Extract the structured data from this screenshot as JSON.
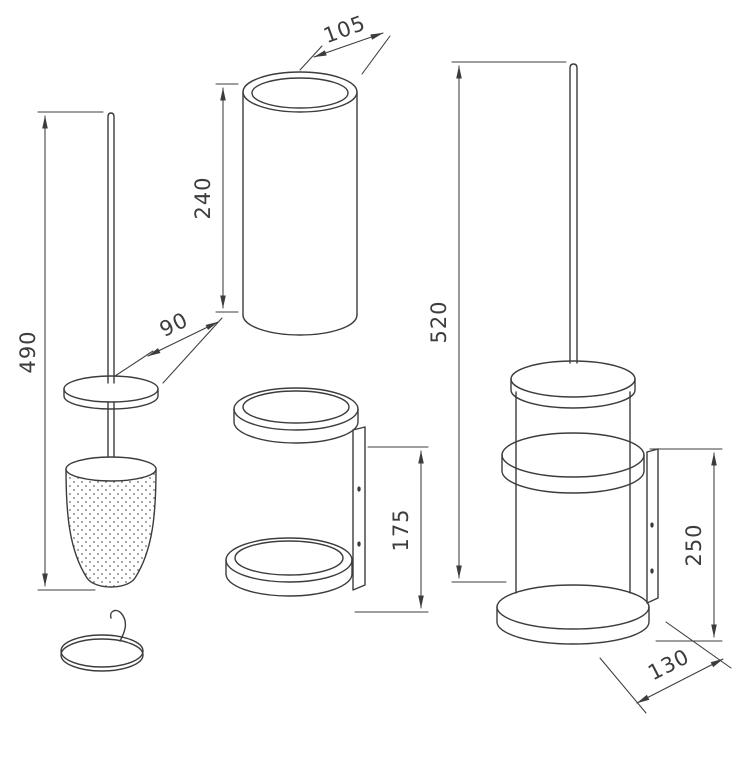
{
  "colors": {
    "line": "#3c3c3c",
    "background": "#ffffff"
  },
  "dimensions": {
    "brush_length": "490",
    "brush_lid_diameter": "90",
    "cup_diameter": "105",
    "cup_height": "240",
    "bracket_height": "175",
    "total_height": "520",
    "holder_height": "250",
    "base_diameter": "130"
  }
}
